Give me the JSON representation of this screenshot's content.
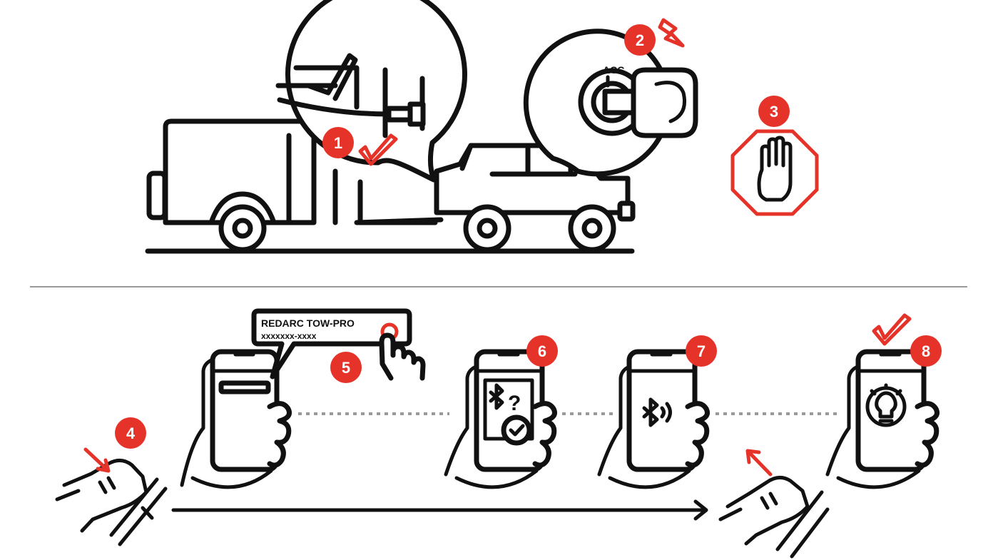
{
  "colors": {
    "accent": "#e63329",
    "line": "#111111",
    "divider": "#9a9a9a"
  },
  "steps": [
    {
      "number": "1",
      "icon": "checkmark-icon"
    },
    {
      "number": "2",
      "icon": "lightning-icon"
    },
    {
      "number": "3",
      "icon": "stop-hand-icon"
    },
    {
      "number": "4",
      "icon": "press-pedal-icon"
    },
    {
      "number": "5",
      "icon": "tap-finger-icon"
    },
    {
      "number": "6",
      "icon": "bluetooth-confirm-icon"
    },
    {
      "number": "7",
      "icon": "bluetooth-connect-icon"
    },
    {
      "number": "8",
      "icon": "light-bulb-icon"
    }
  ],
  "ignition": {
    "label": "ACC"
  },
  "device_popup": {
    "name": "REDARC TOW-PRO",
    "id": "xxxxxxx-xxxx"
  },
  "bluetooth_prompt": {
    "question": "?"
  }
}
